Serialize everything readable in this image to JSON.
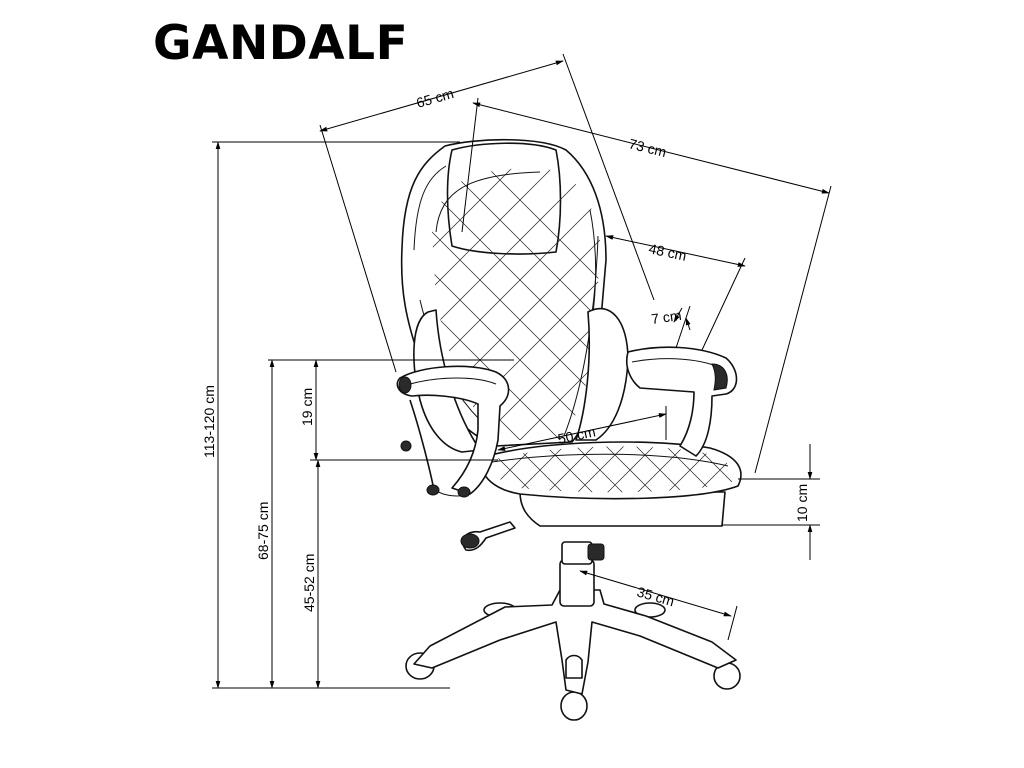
{
  "product": {
    "name": "GANDALF"
  },
  "dimensions": {
    "depth": "65 cm",
    "width": "73 cm",
    "seat_back_width": "48 cm",
    "armrest_width": "7 cm",
    "seat_depth": "50 cm",
    "total_height": "113-120 cm",
    "armrest_height": "68-75 cm",
    "armrest_above_seat": "19 cm",
    "seat_height": "45-52 cm",
    "seat_thickness": "10 cm",
    "base_radius": "35 cm"
  }
}
